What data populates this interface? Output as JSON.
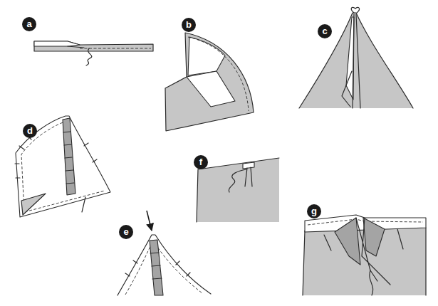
{
  "diagram": {
    "labels": [
      "a",
      "b",
      "c",
      "d",
      "e",
      "f",
      "g"
    ]
  }
}
